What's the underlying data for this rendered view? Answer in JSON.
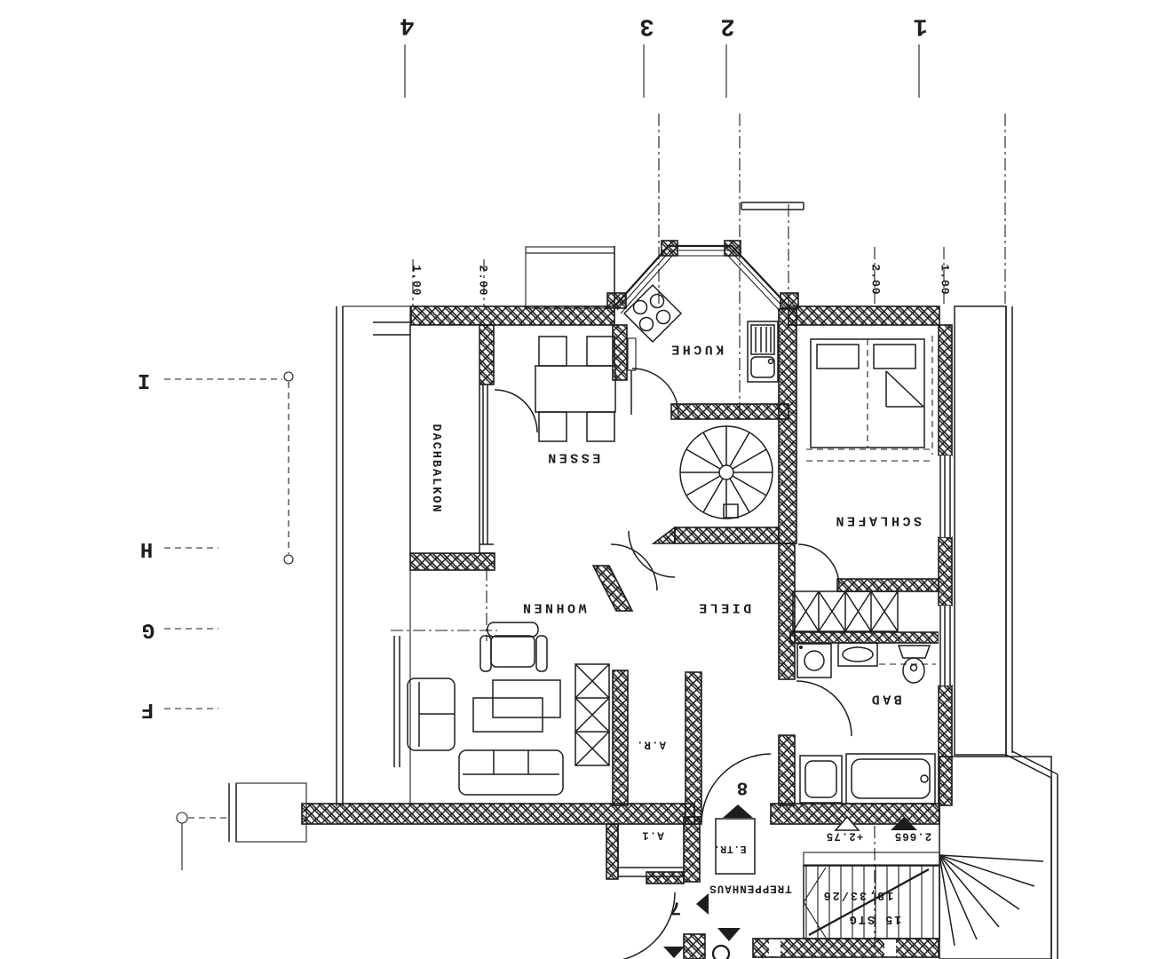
{
  "document": {
    "kind": "scanned floor plan, drawing rotated 180 degrees",
    "paper_color": "#ffffff",
    "ink_color": "#1d1d1d"
  },
  "grid": {
    "top_axis_labels": [
      "4",
      "3",
      "2",
      "1"
    ],
    "left_axis_labels": [
      "I",
      "H",
      "G",
      "F"
    ]
  },
  "dimensions": {
    "top_left": [
      "1.00",
      "2.00"
    ],
    "top_right": [
      "2.00",
      "1.00"
    ]
  },
  "rooms": {
    "kueche": "KUCHE",
    "essen": "ESSEN",
    "schlafen": "SCHLAFEN",
    "wohnen": "WOHNEN",
    "diele": "DIELE",
    "bad": "BAD",
    "abstellraum": "A.R.",
    "dachbalkon": "DACHBALKON",
    "treppenhaus": "TREPPENHAUS",
    "treppenhaus_annex": "A.1",
    "etr": "E.TR."
  },
  "stair": {
    "steps": "15 STG",
    "riser_tread": "18,33/26"
  },
  "levels": {
    "upper": "+2.75",
    "lower": "2.665"
  },
  "doors": {
    "apartment_entry": "8",
    "stair_door": "7"
  }
}
